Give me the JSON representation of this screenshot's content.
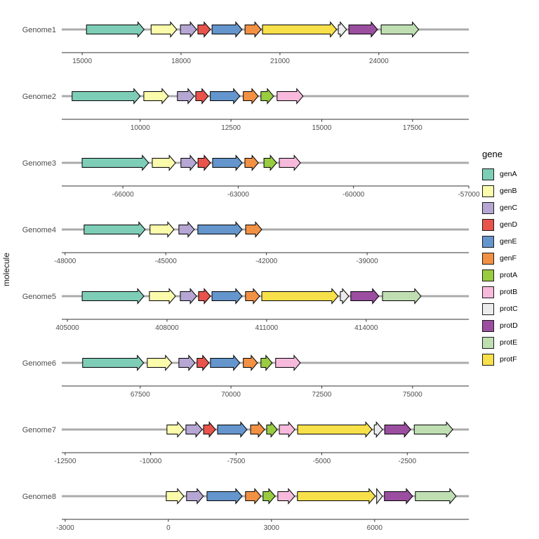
{
  "figure": {
    "background": "#FFFFFF"
  },
  "palette": {
    "genA": "#7ECDB6",
    "genB": "#FBFBAC",
    "genC": "#B5A6D3",
    "genD": "#E8534B",
    "genE": "#6495CD",
    "genF": "#F29144",
    "protA": "#99CC40",
    "protB": "#F7BADC",
    "protC": "#EBEBEB",
    "protD": "#9B4EA0",
    "protE": "#BFDFB2",
    "protF": "#F7E04A"
  },
  "chart_data": {
    "type": "gene-arrow-map",
    "ylabel": "molecule",
    "legend_title": "gene",
    "legend_position": "right",
    "legend": [
      "genA",
      "genB",
      "genC",
      "genD",
      "genE",
      "genF",
      "protA",
      "protB",
      "protC",
      "protD",
      "protE",
      "protF"
    ],
    "axis_color": "#333333",
    "text_color": "#4D4D4D",
    "backbone_color": "#ABABAB",
    "genomes": [
      {
        "molecule": "Genome1",
        "xlim": [
          14380,
          26730
        ],
        "ticks": [
          15000,
          18000,
          21000,
          24000
        ],
        "genes": [
          {
            "gene": "genA",
            "start": 15130,
            "end": 16880,
            "strand": "forward"
          },
          {
            "gene": "genB",
            "start": 17090,
            "end": 17870,
            "strand": "forward"
          },
          {
            "gene": "genC",
            "start": 17980,
            "end": 18470,
            "strand": "forward"
          },
          {
            "gene": "genD",
            "start": 18510,
            "end": 18890,
            "strand": "forward"
          },
          {
            "gene": "genE",
            "start": 18940,
            "end": 19850,
            "strand": "forward"
          },
          {
            "gene": "genF",
            "start": 19940,
            "end": 20430,
            "strand": "forward"
          },
          {
            "gene": "protF",
            "start": 20470,
            "end": 22720,
            "strand": "forward"
          },
          {
            "gene": "protC",
            "start": 22770,
            "end": 23020,
            "strand": "forward"
          },
          {
            "gene": "protD",
            "start": 23090,
            "end": 23960,
            "strand": "forward"
          },
          {
            "gene": "protE",
            "start": 24070,
            "end": 25210,
            "strand": "forward"
          }
        ]
      },
      {
        "molecule": "Genome2",
        "xlim": [
          7840,
          19050
        ],
        "ticks": [
          10000,
          12500,
          15000,
          17500
        ],
        "genes": [
          {
            "gene": "genA",
            "start": 8125,
            "end": 10000,
            "strand": "forward"
          },
          {
            "gene": "genB",
            "start": 10100,
            "end": 10775,
            "strand": "forward"
          },
          {
            "gene": "genC",
            "start": 11025,
            "end": 11490,
            "strand": "forward"
          },
          {
            "gene": "genD",
            "start": 11530,
            "end": 11875,
            "strand": "forward"
          },
          {
            "gene": "genE",
            "start": 11930,
            "end": 12745,
            "strand": "forward"
          },
          {
            "gene": "genF",
            "start": 12840,
            "end": 13250,
            "strand": "forward"
          },
          {
            "gene": "protA",
            "start": 13325,
            "end": 13675,
            "strand": "forward"
          },
          {
            "gene": "protB",
            "start": 13770,
            "end": 14485,
            "strand": "forward"
          }
        ]
      },
      {
        "molecule": "Genome3",
        "xlim": [
          -67590,
          -57000
        ],
        "ticks": [
          -66000,
          -63000,
          -60000,
          -57000
        ],
        "genes": [
          {
            "gene": "genA",
            "start": -67060,
            "end": -65330,
            "strand": "forward"
          },
          {
            "gene": "genB",
            "start": -65235,
            "end": -64630,
            "strand": "forward"
          },
          {
            "gene": "genC",
            "start": -64490,
            "end": -64085,
            "strand": "forward"
          },
          {
            "gene": "genD",
            "start": -64045,
            "end": -63720,
            "strand": "forward"
          },
          {
            "gene": "genE",
            "start": -63665,
            "end": -62895,
            "strand": "forward"
          },
          {
            "gene": "genF",
            "start": -62825,
            "end": -62475,
            "strand": "forward"
          },
          {
            "gene": "protA",
            "start": -62330,
            "end": -62000,
            "strand": "forward"
          },
          {
            "gene": "protB",
            "start": -61930,
            "end": -61380,
            "strand": "forward"
          }
        ]
      },
      {
        "molecule": "Genome4",
        "xlim": [
          -48100,
          -35970
        ],
        "ticks": [
          -48000,
          -45000,
          -42000,
          -39000
        ],
        "genes": [
          {
            "gene": "genA",
            "start": -47435,
            "end": -45615,
            "strand": "forward"
          },
          {
            "gene": "genB",
            "start": -45470,
            "end": -44755,
            "strand": "forward"
          },
          {
            "gene": "genC",
            "start": -44610,
            "end": -44150,
            "strand": "forward"
          },
          {
            "gene": "genE",
            "start": -44045,
            "end": -42725,
            "strand": "forward"
          },
          {
            "gene": "genF",
            "start": -42620,
            "end": -42140,
            "strand": "forward"
          }
        ]
      },
      {
        "molecule": "Genome5",
        "xlim": [
          404830,
          417090
        ],
        "ticks": [
          405000,
          408000,
          411000,
          414000
        ],
        "genes": [
          {
            "gene": "genA",
            "start": 405445,
            "end": 407305,
            "strand": "forward"
          },
          {
            "gene": "genB",
            "start": 407470,
            "end": 408255,
            "strand": "forward"
          },
          {
            "gene": "genC",
            "start": 408400,
            "end": 408890,
            "strand": "forward"
          },
          {
            "gene": "genD",
            "start": 408950,
            "end": 409310,
            "strand": "forward"
          },
          {
            "gene": "genE",
            "start": 409355,
            "end": 410260,
            "strand": "forward"
          },
          {
            "gene": "genF",
            "start": 410365,
            "end": 410790,
            "strand": "forward"
          },
          {
            "gene": "protF",
            "start": 410855,
            "end": 413155,
            "strand": "forward"
          },
          {
            "gene": "protC",
            "start": 413220,
            "end": 413475,
            "strand": "forward"
          },
          {
            "gene": "protD",
            "start": 413535,
            "end": 414380,
            "strand": "forward"
          },
          {
            "gene": "protE",
            "start": 414490,
            "end": 415650,
            "strand": "forward"
          }
        ]
      },
      {
        "molecule": "Genome6",
        "xlim": [
          65340,
          76550
        ],
        "ticks": [
          67500,
          70000,
          72500,
          75000
        ],
        "genes": [
          {
            "gene": "genA",
            "start": 65915,
            "end": 67595,
            "strand": "forward"
          },
          {
            "gene": "genB",
            "start": 67695,
            "end": 68370,
            "strand": "forward"
          },
          {
            "gene": "genC",
            "start": 68565,
            "end": 69010,
            "strand": "forward"
          },
          {
            "gene": "genD",
            "start": 69065,
            "end": 69395,
            "strand": "forward"
          },
          {
            "gene": "genE",
            "start": 69435,
            "end": 70245,
            "strand": "forward"
          },
          {
            "gene": "genF",
            "start": 70340,
            "end": 70730,
            "strand": "forward"
          },
          {
            "gene": "protA",
            "start": 70825,
            "end": 71135,
            "strand": "forward"
          },
          {
            "gene": "protB",
            "start": 71230,
            "end": 71910,
            "strand": "forward"
          }
        ]
      },
      {
        "molecule": "Genome7",
        "xlim": [
          -12600,
          -700
        ],
        "ticks": [
          -12500,
          -10000,
          -7500,
          -5000,
          -2500
        ],
        "genes": [
          {
            "gene": "genB",
            "start": -9525,
            "end": -9030,
            "strand": "forward"
          },
          {
            "gene": "genC",
            "start": -8970,
            "end": -8495,
            "strand": "forward"
          },
          {
            "gene": "genD",
            "start": -8455,
            "end": -8105,
            "strand": "forward"
          },
          {
            "gene": "genE",
            "start": -8045,
            "end": -7185,
            "strand": "forward"
          },
          {
            "gene": "genF",
            "start": -7080,
            "end": -6670,
            "strand": "forward"
          },
          {
            "gene": "protA",
            "start": -6610,
            "end": -6300,
            "strand": "forward"
          },
          {
            "gene": "protB",
            "start": -6240,
            "end": -5785,
            "strand": "forward"
          },
          {
            "gene": "protF",
            "start": -5705,
            "end": -3530,
            "strand": "forward"
          },
          {
            "gene": "protC",
            "start": -3465,
            "end": -3220,
            "strand": "forward"
          },
          {
            "gene": "protD",
            "start": -3160,
            "end": -2400,
            "strand": "forward"
          },
          {
            "gene": "protE",
            "start": -2295,
            "end": -1170,
            "strand": "forward"
          }
        ]
      },
      {
        "molecule": "Genome8",
        "xlim": [
          -3100,
          8740
        ],
        "ticks": [
          -3000,
          0,
          3000,
          6000
        ],
        "genes": [
          {
            "gene": "genB",
            "start": -60,
            "end": 450,
            "strand": "forward"
          },
          {
            "gene": "genC",
            "start": 530,
            "end": 1020,
            "strand": "forward"
          },
          {
            "gene": "genE",
            "start": 1125,
            "end": 2145,
            "strand": "forward"
          },
          {
            "gene": "genF",
            "start": 2245,
            "end": 2695,
            "strand": "forward"
          },
          {
            "gene": "protA",
            "start": 2755,
            "end": 3105,
            "strand": "forward"
          },
          {
            "gene": "protB",
            "start": 3185,
            "end": 3675,
            "strand": "forward"
          },
          {
            "gene": "protF",
            "start": 3755,
            "end": 6020,
            "strand": "forward"
          },
          {
            "gene": "protC",
            "start": 6060,
            "end": 6225,
            "strand": "forward"
          },
          {
            "gene": "protD",
            "start": 6285,
            "end": 7105,
            "strand": "forward"
          },
          {
            "gene": "protE",
            "start": 7185,
            "end": 8370,
            "strand": "forward"
          }
        ]
      }
    ]
  }
}
